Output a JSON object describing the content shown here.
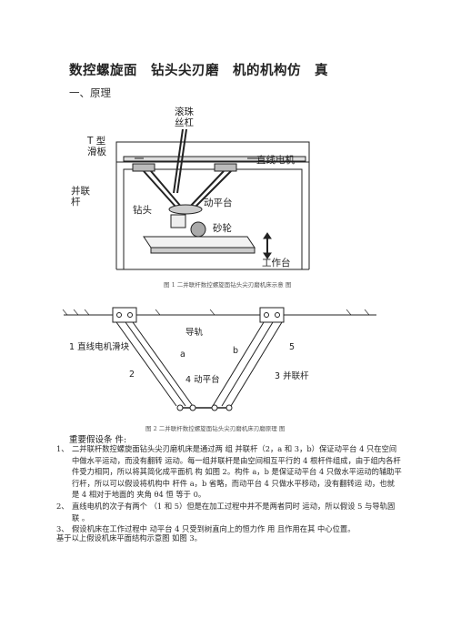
{
  "title": "数控螺旋面　钻头尖刃磨　机的机构仿　真",
  "section": "一、原理",
  "figure1": {
    "labels": {
      "ball_screw_1": "滚珠",
      "ball_screw_2": "丝杠",
      "t_slider_1": "T 型",
      "t_slider_2": "滑板",
      "linear_motor": "直线电机",
      "parallel_rod_1": "并联",
      "parallel_rod_2": "杆",
      "drill": "钻头",
      "platform": "动平台",
      "wheel": "砂轮",
      "table": "工作台"
    },
    "caption": "图 1 二并联杆数控螺旋面钻头尖刃磨机床示意 图"
  },
  "figure2": {
    "labels": {
      "guide": "导轨",
      "slider": "1 直线电机滑块",
      "a": "a",
      "b": "b",
      "n2": "2",
      "n4": "4 动平台",
      "n5": "5",
      "rod": "3 并联杆"
    },
    "caption": "图 2 二并联杆数控螺旋面钻头尖刃磨机床刃磨原理 图"
  },
  "requirements_title": "重要假设条 件:",
  "items": [
    {
      "num": "1、",
      "text": "二并联杆数控螺旋面钻头尖刃磨机床是通过两 组 并联杆（2，a 和 3，b）保证动平台 4 只在空间中做水平运动，而没有翻转 运动。每一组并联杆是由空间相互平行的 4 根杆件组成，由于组内各杆件受力相同，所以将其简化成平面机 构 如图 2。构件 a，b 是保证动平台 4 只做水平运动的辅助平行杆，所以可以假设将机构中 杆件 a，b 省略，而动平台 4 只做水平移动，没有翻转运 动，也就是 4 相对于地面的 夹角 θ4 恒 等于 0。"
    },
    {
      "num": "2、",
      "text": "直线电机的次子有两个 （1 和 5）但是在加工过程中并不是两者同时 运动，所以假设 5 与导轨固联 。"
    },
    {
      "num": "3、",
      "text": "假设机床在工作过程中 动平台 4 只受到树直向上的恒力作 用 且作用在其 中心位置。"
    }
  ],
  "summary": "基于以上假设机床平面结构示意图 如图 3。",
  "colors": {
    "ink": "#222222",
    "caption": "#555555"
  }
}
